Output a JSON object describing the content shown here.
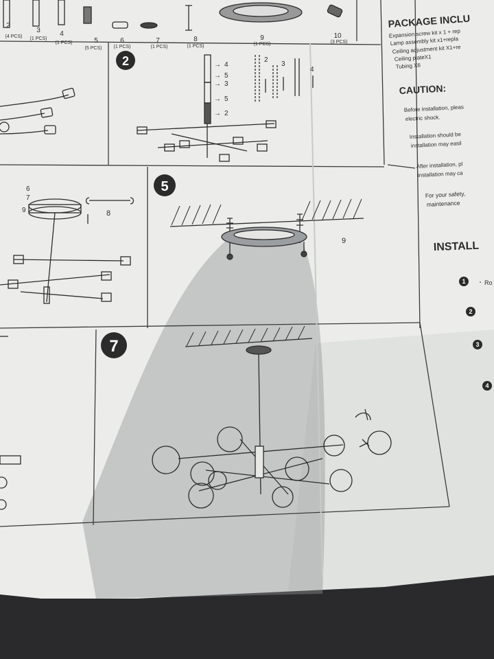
{
  "parts_row": {
    "numbers": [
      "2",
      "3",
      "4",
      "5",
      "6",
      "7",
      "8",
      "9",
      "10"
    ],
    "quantities": [
      "(4 PCS)",
      "(1 PCS)",
      "(1 PCS)",
      "(5 PCS)",
      "(1 PCS)",
      "(1 PCS)",
      "(1 PCS)",
      "(1 PCS)",
      "(3 PCS)"
    ]
  },
  "steps": {
    "step2": {
      "badge": "2",
      "arrow_labels": [
        "4",
        "5",
        "3",
        "5",
        "2"
      ],
      "rod_labels": [
        "2",
        "3",
        "4"
      ]
    },
    "step_left": {
      "labels": [
        "6",
        "7",
        "9",
        "8"
      ]
    },
    "step5": {
      "badge": "5",
      "label": "9"
    },
    "step7": {
      "badge": "7"
    }
  },
  "side_panel": {
    "package_title": "PACKAGE INCLU",
    "package_items": [
      "Expansion screw kit x 1 + rep",
      "Lamp assembly kit x1+repla",
      "Ceiling adjustment kit X1+re",
      "Ceiling plateX1",
      "Tubing X6"
    ],
    "caution_title": "CAUTION:",
    "caution_lines": [
      "Before installation, pleas",
      "electric shock.",
      "Installation should be",
      "installation may easil",
      "After installation, pl",
      "installation may ca",
      "For your safety,",
      "maintenance"
    ],
    "install_title": "INSTALL",
    "install_steps": [
      "1",
      "2",
      "3",
      "4"
    ],
    "install_first_text": "Ro"
  },
  "colors": {
    "paper": "#ecedeb",
    "ink": "#2b2b2b",
    "shadow": "#9a9c9f",
    "background": "#2a2a2c"
  }
}
